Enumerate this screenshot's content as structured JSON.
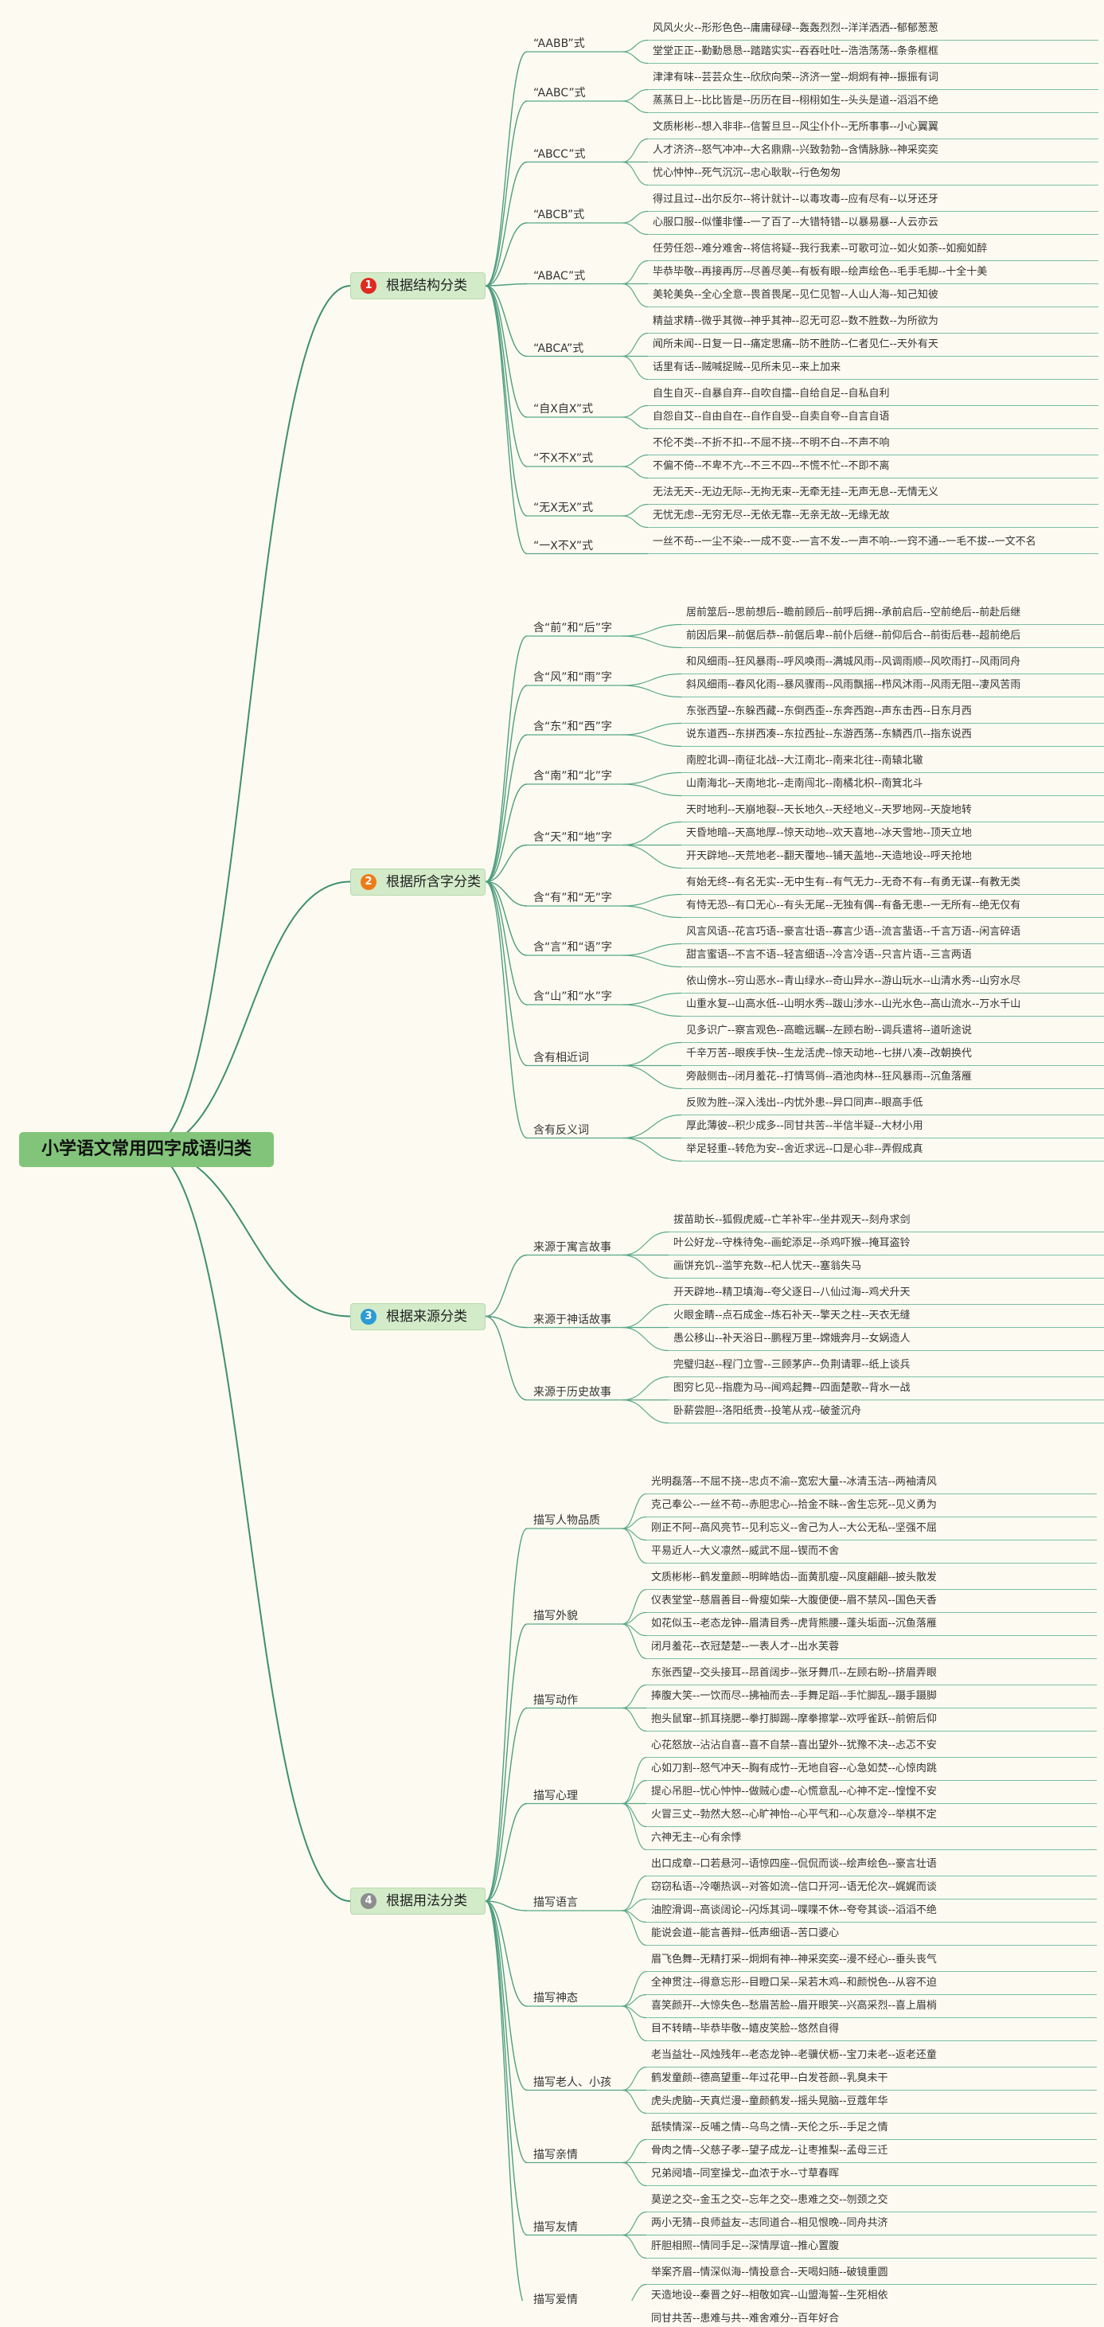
{
  "root": {
    "title": "小学语文常用四字成语归类"
  },
  "branches": [
    {
      "num": "1",
      "label": "根据结构分类",
      "color": "#e0291f",
      "groups": [
        {
          "label": "“AABB”式",
          "items": [
            "风风火火--形形色色--庸庸碌碌--轰轰烈烈--洋洋洒洒--郁郁葱葱",
            "堂堂正正--勤勤恳恳--踏踏实实--吞吞吐吐--浩浩荡荡--条条框框"
          ]
        },
        {
          "label": "“AABC”式",
          "items": [
            "津津有味--芸芸众生--欣欣向荣--济济一堂--炯炯有神--振振有词",
            "蒸蒸日上--比比皆是--历历在目--栩栩如生--头头是道--滔滔不绝"
          ]
        },
        {
          "label": "“ABCC”式",
          "items": [
            "文质彬彬--想入非非--信誓旦旦--风尘仆仆--无所事事--小心翼翼",
            "人才济济--怒气冲冲--大名鼎鼎--兴致勃勃--含情脉脉--神采奕奕",
            "忧心忡忡--死气沉沉--忠心耿耿--行色匆匆"
          ]
        },
        {
          "label": "“ABCB”式",
          "items": [
            "得过且过--出尔反尔--将计就计--以毒攻毒--应有尽有--以牙还牙",
            "心服口服--似懂非懂--一了百了--大错特错--以暴易暴--人云亦云"
          ]
        },
        {
          "label": "“ABAC”式",
          "items": [
            "任劳任怨--难分难舍--将信将疑--我行我素--可歌可泣--如火如荼--如痴如醉",
            "毕恭毕敬--再接再厉--尽善尽美--有板有眼--绘声绘色--毛手毛脚--十全十美",
            "美轮美奂--全心全意--畏首畏尾--见仁见智--人山人海--知己知彼"
          ]
        },
        {
          "label": "“ABCA”式",
          "items": [
            "精益求精--微乎其微--神乎其神--忍无可忍--数不胜数--为所欲为",
            "闻所未闻--日复一日--痛定思痛--防不胜防--仁者见仁--天外有天",
            "话里有话--贼喊捉贼--见所未见--来上加来"
          ]
        },
        {
          "label": "“自X自X”式",
          "items": [
            "自生自灭--自暴自弃--自吹自擂--自给自足--自私自利",
            "自怨自艾--自由自在--自作自受--自卖自夸--自言自语"
          ]
        },
        {
          "label": "“不X不X”式",
          "items": [
            "不伦不类--不折不扣--不屈不挠--不明不白--不声不响",
            "不偏不倚--不卑不亢--不三不四--不慌不忙--不即不离"
          ]
        },
        {
          "label": "“无X无X”式",
          "items": [
            "无法无天--无边无际--无拘无束--无牵无挂--无声无息--无情无义",
            "无忧无虑--无穷无尽--无依无靠--无亲无故--无缘无故"
          ]
        },
        {
          "label": "“一X不X”式",
          "items": [
            "一丝不苟--一尘不染--一成不变--一言不发--一声不响--一窍不通--一毛不拔--一文不名"
          ]
        }
      ]
    },
    {
      "num": "2",
      "label": "根据所含字分类",
      "color": "#ee7b18",
      "groups": [
        {
          "label": "含“前”和“后”字",
          "items": [
            "居前筮后--思前想后--瞻前顾后--前呼后拥--承前启后--空前绝后--前赴后继",
            "前因后果--前倨后恭--前倨后卑--前仆后继--前仰后合--前街后巷--超前绝后"
          ]
        },
        {
          "label": "含“风”和“雨”字",
          "items": [
            "和风细雨--狂风暴雨--呼风唤雨--满城风雨--风调雨顺--风吹雨打--风雨同舟",
            "斜风细雨--春风化雨--暴风骤雨--风雨飘摇--栉风沐雨--风雨无阻--凄风苦雨"
          ]
        },
        {
          "label": "含“东”和“西”字",
          "items": [
            "东张西望--东躲西藏--东倒西歪--东奔西跑--声东击西--日东月西",
            "说东道西--东拼西凑--东拉西扯--东游西荡--东鳞西爪--指东说西"
          ]
        },
        {
          "label": "含“南”和“北”字",
          "items": [
            "南腔北调--南征北战--大江南北--南来北往--南辕北辙",
            "山南海北--天南地北--走南闯北--南橘北枳--南箕北斗"
          ]
        },
        {
          "label": "含“天”和“地”字",
          "items": [
            "天时地利--天崩地裂--天长地久--天经地义--天罗地网--天旋地转",
            "天昏地暗--天高地厚--惊天动地--欢天喜地--冰天雪地--顶天立地",
            "开天辟地--天荒地老--翻天覆地--铺天盖地--天造地设--呼天抢地"
          ]
        },
        {
          "label": "含“有”和“无”字",
          "items": [
            "有始无终--有名无实--无中生有--有气无力--无奇不有--有勇无谋--有教无类",
            "有恃无恐--有口无心--有头无尾--无独有偶--有备无患--一无所有--绝无仅有"
          ]
        },
        {
          "label": "含“言”和“语”字",
          "items": [
            "风言风语--花言巧语--豪言壮语--寡言少语--流言蜚语--千言万语--闲言碎语",
            "甜言蜜语--不言不语--轻言细语--冷言冷语--只言片语--三言两语"
          ]
        },
        {
          "label": "含“山”和“水”字",
          "items": [
            "依山傍水--穷山恶水--青山绿水--奇山异水--游山玩水--山清水秀--山穷水尽",
            "山重水复--山高水低--山明水秀--跋山涉水--山光水色--高山流水--万水千山"
          ]
        },
        {
          "label": "含有相近词",
          "items": [
            "见多识广--察言观色--高瞻远瞩--左顾右盼--调兵遣将--道听途说",
            "千辛万苦--眼疾手快--生龙活虎--惊天动地--七拼八凑--改朝换代",
            "旁敲侧击--闭月羞花--打情骂俏--酒池肉林--狂风暴雨--沉鱼落雁"
          ]
        },
        {
          "label": "含有反义词",
          "items": [
            "反败为胜--深入浅出--内忧外患--异口同声--眼高手低",
            "厚此薄彼--积少成多--同甘共苦--半信半疑--大材小用",
            "举足轻重--转危为安--舍近求远--口是心非--弄假成真"
          ]
        }
      ]
    },
    {
      "num": "3",
      "label": "根据来源分类",
      "color": "#2a9bd6",
      "groups": [
        {
          "label": "来源于寓言故事",
          "items": [
            "拔苗助长--狐假虎威--亡羊补牢--坐井观天--刻舟求剑",
            "叶公好龙--守株待兔--画蛇添足--杀鸡吓猴--掩耳盗铃",
            "画饼充饥--滥竽充数--杞人忧天--塞翁失马"
          ]
        },
        {
          "label": "来源于神话故事",
          "items": [
            "开天辟地--精卫填海--夸父逐日--八仙过海--鸡犬升天",
            "火眼金睛--点石成金--炼石补天--擎天之柱--天衣无缝",
            "愚公移山--补天浴日--鹏程万里--嫦娥奔月--女娲造人"
          ]
        },
        {
          "label": "来源于历史故事",
          "items": [
            "完璧归赵--程门立雪--三顾茅庐--负荆请罪--纸上谈兵",
            "图穷匕见--指鹿为马--闻鸡起舞--四面楚歌--背水一战",
            "卧薪尝胆--洛阳纸贵--投笔从戎--破釜沉舟"
          ]
        }
      ]
    },
    {
      "num": "4",
      "label": "根据用法分类",
      "color": "#8d8d8d",
      "groups": [
        {
          "label": "描写人物品质",
          "items": [
            "光明磊落--不屈不挠--忠贞不渝--宽宏大量--冰清玉洁--两袖清风",
            "克己奉公--一丝不苟--赤胆忠心--拾金不昧--舍生忘死--见义勇为",
            "刚正不阿--高风亮节--见利忘义--舍己为人--大公无私--坚强不屈",
            "平易近人--大义凛然--威武不屈--锲而不舍"
          ]
        },
        {
          "label": "描写外貌",
          "items": [
            "文质彬彬--鹤发童颜--明眸皓齿--面黄肌瘦--风度翩翩--披头散发",
            "仪表堂堂--慈眉善目--骨瘦如柴--大腹便便--眉不禁风--国色天香",
            "如花似玉--老态龙钟--眉清目秀--虎背熊腰--蓬头垢面--沉鱼落雁",
            "闭月羞花--衣冠楚楚--一表人才--出水芙蓉"
          ]
        },
        {
          "label": "描写动作",
          "items": [
            "东张西望--交头接耳--昂首阔步--张牙舞爪--左顾右盼--挤眉弄眼",
            "捧腹大笑--一饮而尽--拂袖而去--手舞足蹈--手忙脚乱--蹑手蹑脚",
            "抱头鼠窜--抓耳挠腮--拳打脚踢--摩拳擦掌--欢呼雀跃--前俯后仰"
          ]
        },
        {
          "label": "描写心理",
          "items": [
            "心花怒放--沾沾自喜--喜不自禁--喜出望外--犹豫不决--忐忑不安",
            "心如刀割--怒气冲天--胸有成竹--无地自容--心急如焚--心惊肉跳",
            "提心吊胆--忧心忡忡--做贼心虚--心慌意乱--心神不定--惶惶不安",
            "火冒三丈--勃然大怒--心旷神怡--心平气和--心灰意冷--举棋不定",
            "六神无主--心有余悸"
          ]
        },
        {
          "label": "描写语言",
          "items": [
            "出口成章--口若悬河--语惊四座--侃侃而谈--绘声绘色--豪言壮语",
            "窃窃私语--冷嘲热讽--对答如流--信口开河--语无伦次--娓娓而谈",
            "油腔滑调--高谈阔论--闪烁其词--喋喋不休--夸夸其谈--滔滔不绝",
            "能说会道--能言善辩--低声细语--苦口婆心"
          ]
        },
        {
          "label": "描写神态",
          "items": [
            "眉飞色舞--无精打采--炯炯有神--神采奕奕--漫不经心--垂头丧气",
            "全神贯注--得意忘形--目瞪口呆--呆若木鸡--和颜悦色--从容不迫",
            "喜笑颜开--大惊失色--愁眉苦脸--眉开眼笑--兴高采烈--喜上眉梢",
            "目不转睛--毕恭毕敬--嬉皮笑脸--悠然自得"
          ]
        },
        {
          "label": "描写老人、小孩",
          "items": [
            "老当益壮--风烛残年--老态龙钟--老骥伏枥--宝刀未老--返老还童",
            "鹤发童颜--德高望重--年过花甲--白发苍颜--乳臭未干",
            "虎头虎脑--天真烂漫--童颜鹤发--摇头晃脑--豆蔻年华"
          ]
        },
        {
          "label": "描写亲情",
          "items": [
            "舐犊情深--反哺之情--乌鸟之情--天伦之乐--手足之情",
            "骨肉之情--父慈子孝--望子成龙--让枣推梨--孟母三迁",
            "兄弟阋墙--同室操戈--血浓于水--寸草春晖"
          ]
        },
        {
          "label": "描写友情",
          "items": [
            "莫逆之交--金玉之交--忘年之交--患难之交--刎颈之交",
            "两小无猜--良师益友--志同道合--相见恨晚--同舟共济",
            "肝胆相照--情同手足--深情厚谊--推心置腹"
          ]
        },
        {
          "label": "描写爱情",
          "items": [
            "举案齐眉--情深似海--情投意合--天喝妇随--破镜重圆",
            "天造地设--秦晋之好--相敬如宾--山盟海誓--生死相依",
            "同甘共苦--患难与共--难舍难分--百年好合"
          ]
        }
      ]
    }
  ]
}
